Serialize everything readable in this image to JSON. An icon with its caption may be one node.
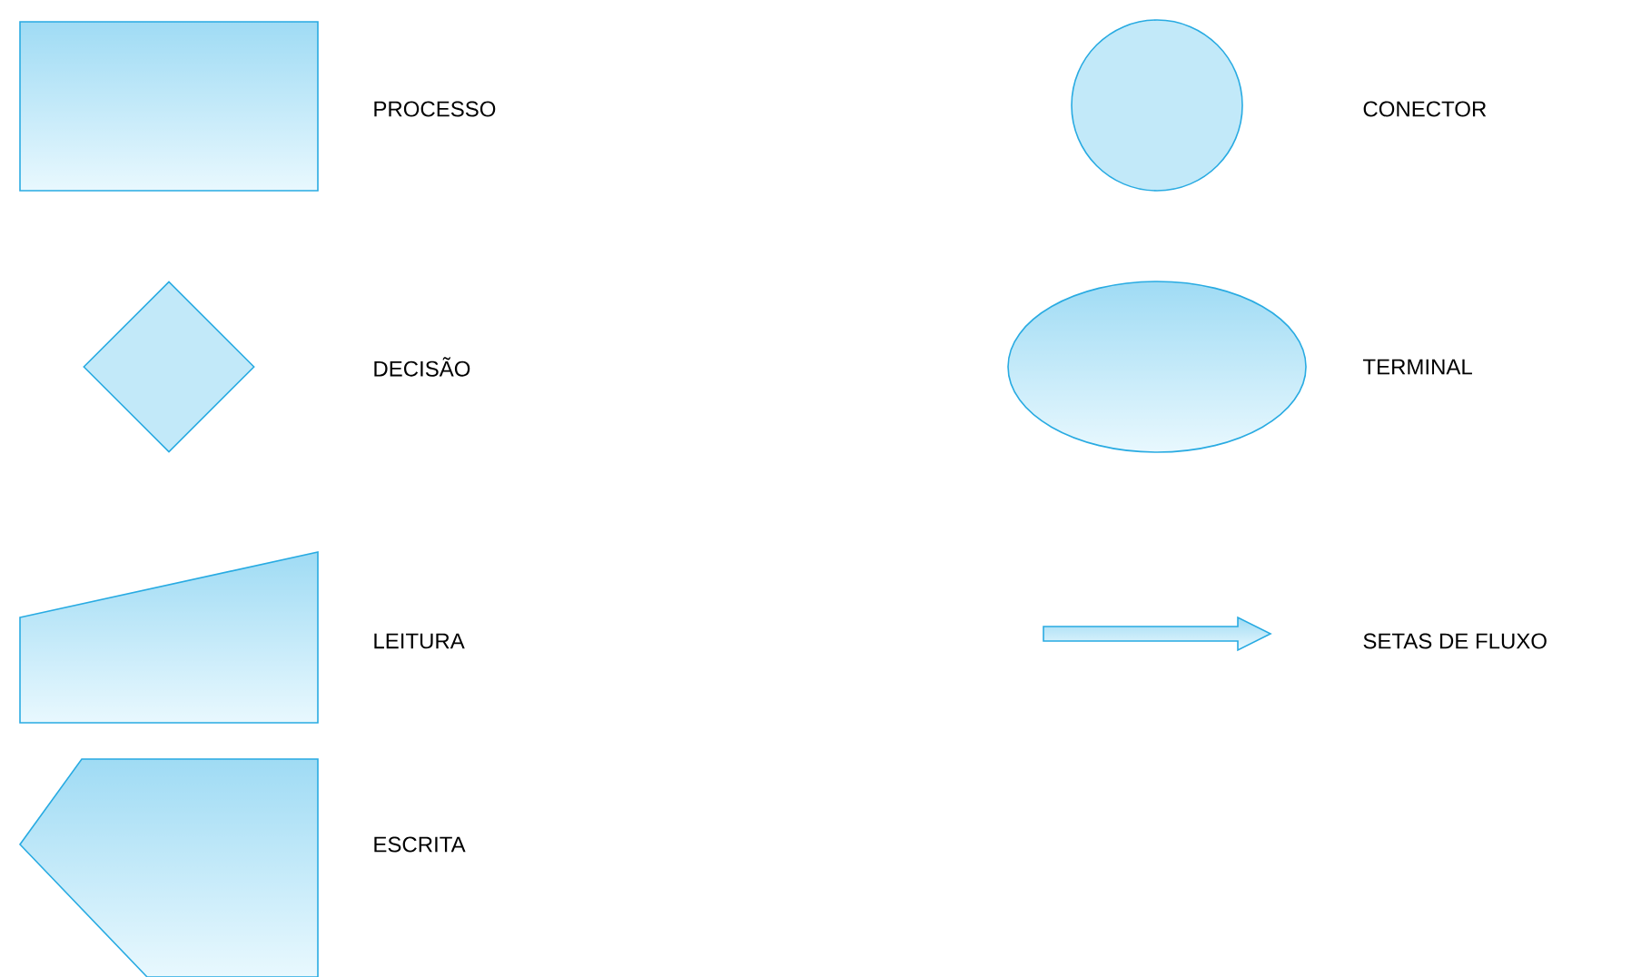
{
  "diagram": {
    "nodes": [
      {
        "text": [],
        "shape": "box",
        "beside": [
          "PROCESSO"
        ]
      },
      {
        "text": [],
        "shape": "diamond"
      },
      {
        "text": [],
        "shape": "trapezoid",
        "beside": [
          "LEITURA"
        ]
      },
      {
        "text": [],
        "shape": "pentagon",
        "beside": [
          "ESCRITA"
        ]
      },
      {
        "text": [],
        "shape": "circle"
      },
      {
        "text": [],
        "shape": "ellipse",
        "beside": [
          "TERMINAL"
        ]
      },
      {
        "text": [],
        "shape": "arrow"
      }
    ],
    "labels": [
      "CONECTOR",
      "DECISÃO",
      "SETAS DE FLUXO"
    ]
  }
}
